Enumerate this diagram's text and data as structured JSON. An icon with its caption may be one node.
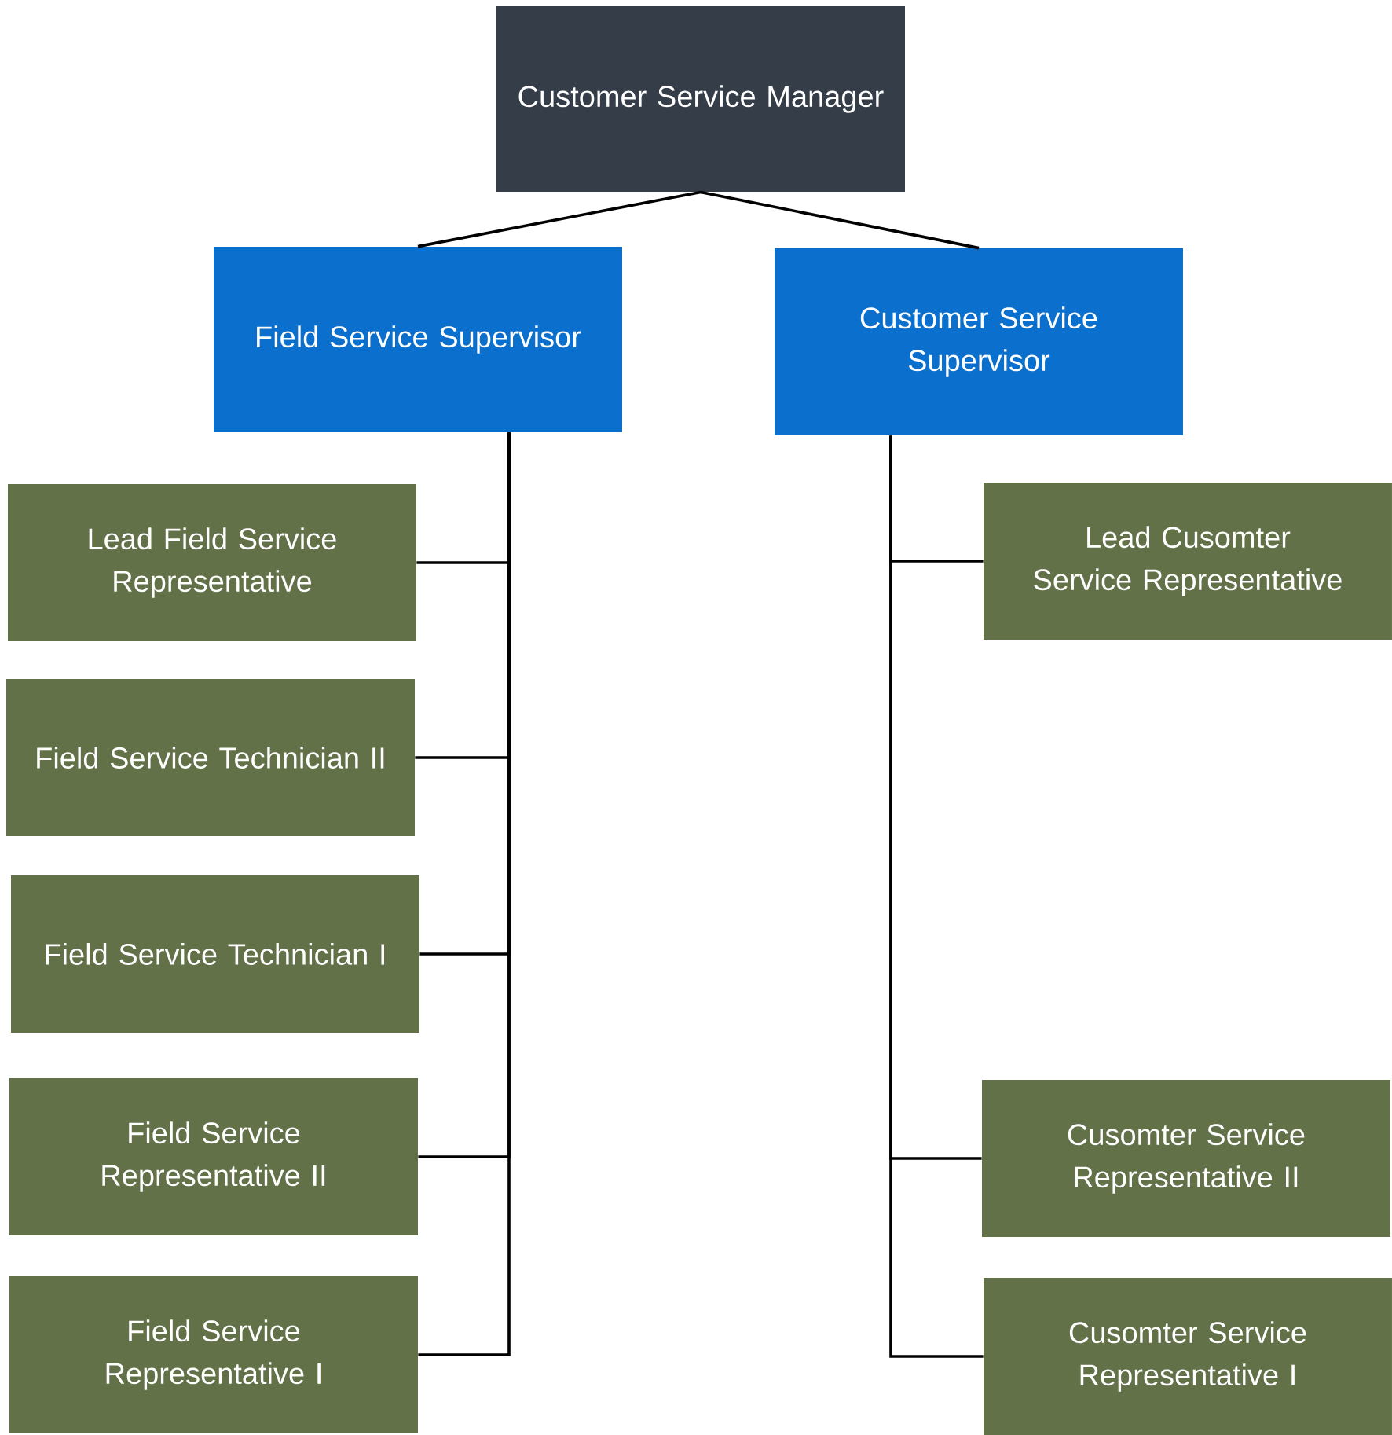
{
  "diagram": {
    "nodes": [
      {
        "text": [
          "Customer Service Manager"
        ]
      },
      {
        "text": [
          "Field Service Supervisor"
        ]
      },
      {
        "text": [
          "Customer Service Supervisor"
        ]
      },
      {
        "text": [
          "Lead Field Service Representative"
        ]
      },
      {
        "text": [
          "Field Service Technician II"
        ]
      },
      {
        "text": [
          "Field Service Technician I"
        ]
      },
      {
        "text": [
          "Field Service Representative II"
        ]
      },
      {
        "text": [
          "Field Service Representative I"
        ]
      },
      {
        "text": [
          "Lead Cusomter Service Representative"
        ]
      },
      {
        "text": [
          "Cusomter Service Representative II"
        ]
      },
      {
        "text": [
          "Cusomter Service Representative I"
        ]
      }
    ],
    "edges": [
      {
        "from": 0,
        "to": 1,
        "arrow": "none"
      },
      {
        "from": 0,
        "to": 2,
        "arrow": "none"
      },
      {
        "from": 1,
        "to": 3,
        "arrow": "none"
      },
      {
        "from": 1,
        "to": 4,
        "arrow": "none"
      },
      {
        "from": 1,
        "to": 5,
        "arrow": "none"
      },
      {
        "from": 1,
        "to": 6,
        "arrow": "none"
      },
      {
        "from": 1,
        "to": 7,
        "arrow": "none"
      },
      {
        "from": 2,
        "to": 8,
        "arrow": "none"
      },
      {
        "from": 2,
        "to": 9,
        "arrow": "none"
      },
      {
        "from": 2,
        "to": 10,
        "arrow": "none"
      }
    ]
  }
}
